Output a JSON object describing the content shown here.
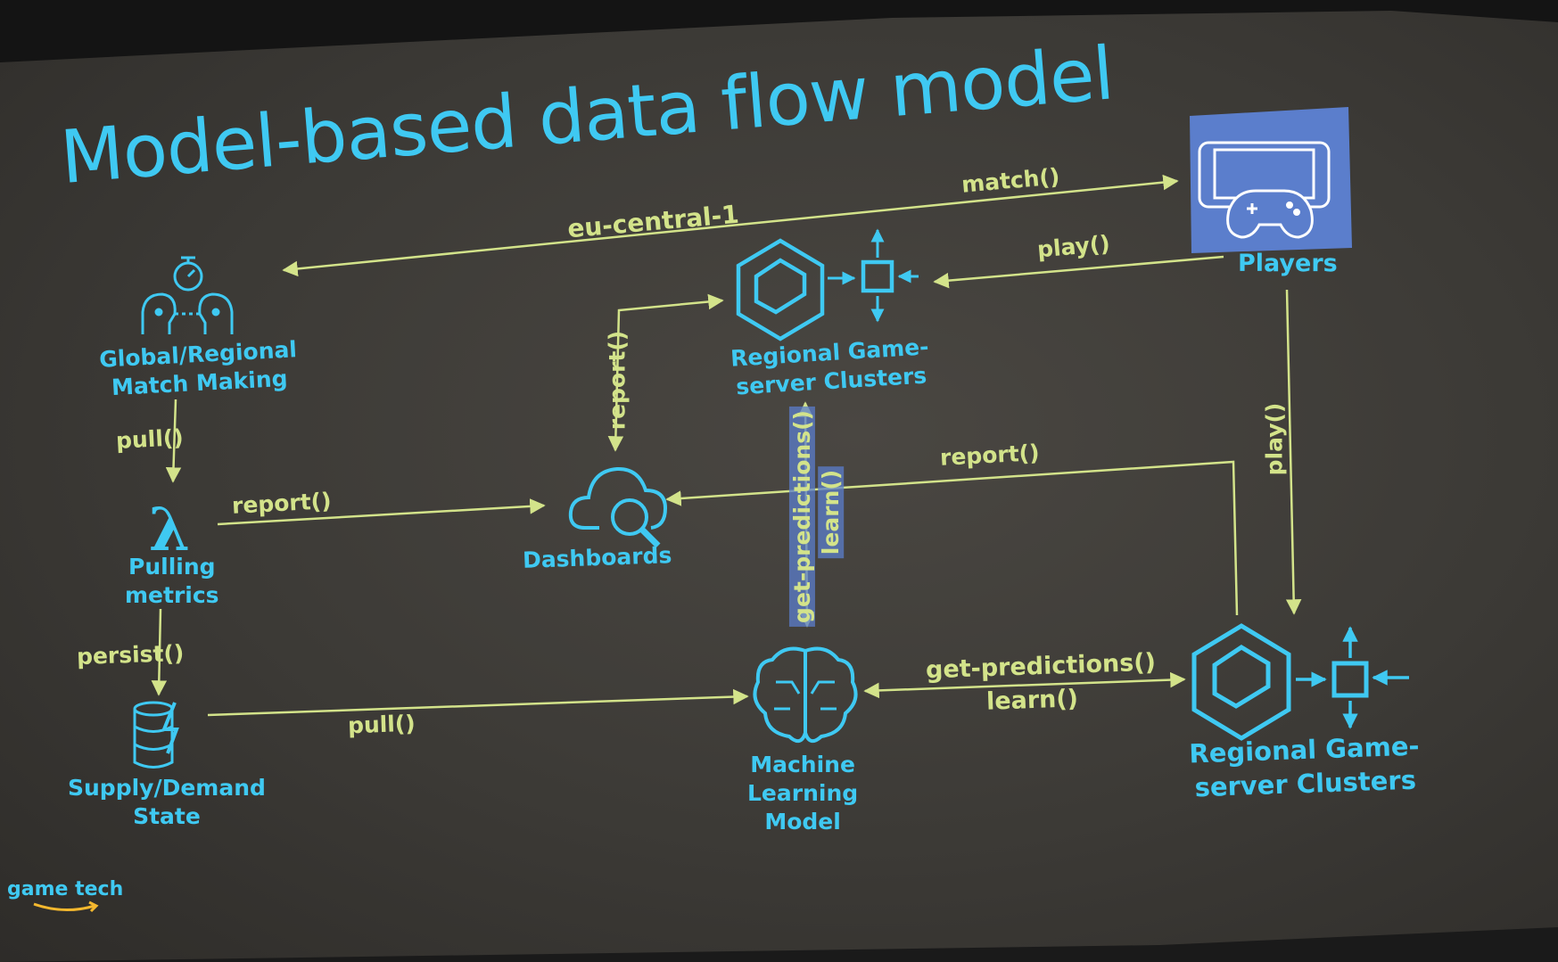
{
  "title": "Model-based data flow model",
  "nodes": {
    "matchmaking": "Global/Regional\nMatch Making",
    "pulling": "Pulling\nmetrics",
    "supply": "Supply/Demand\nState",
    "dashboards": "Dashboards",
    "gs_top": "Regional Game-\nserver Clusters",
    "ml": "Machine\nLearning\nModel",
    "gs_bottom": "Regional Game-\nserver Clusters",
    "players": "Players"
  },
  "flows": {
    "match": "match()",
    "region": "eu-central-1",
    "play_top": "play()",
    "play_right": "play()",
    "report_up": "report()",
    "report_right": "report()",
    "report_left": "report()",
    "pull_top": "pull()",
    "persist": "persist()",
    "pull_bottom": "pull()",
    "getpred_vert": "get-predictions()",
    "learn_vert": "learn()",
    "getpred_horiz": "get-predictions()",
    "learn_horiz": "learn()"
  },
  "brand": "game tech",
  "colors": {
    "background": "#3c3a36",
    "node": "#3fc9f2",
    "flow": "#d3e38a",
    "players_box": "#5b7ecc"
  },
  "icons": {
    "matchmaking": "matchmaking-icon",
    "lambda": "lambda-icon",
    "database": "database-icon",
    "dashboards": "cloud-search-icon",
    "gamelift": "gamelift-icon",
    "ml": "brain-icon",
    "players": "game-console-icon"
  }
}
